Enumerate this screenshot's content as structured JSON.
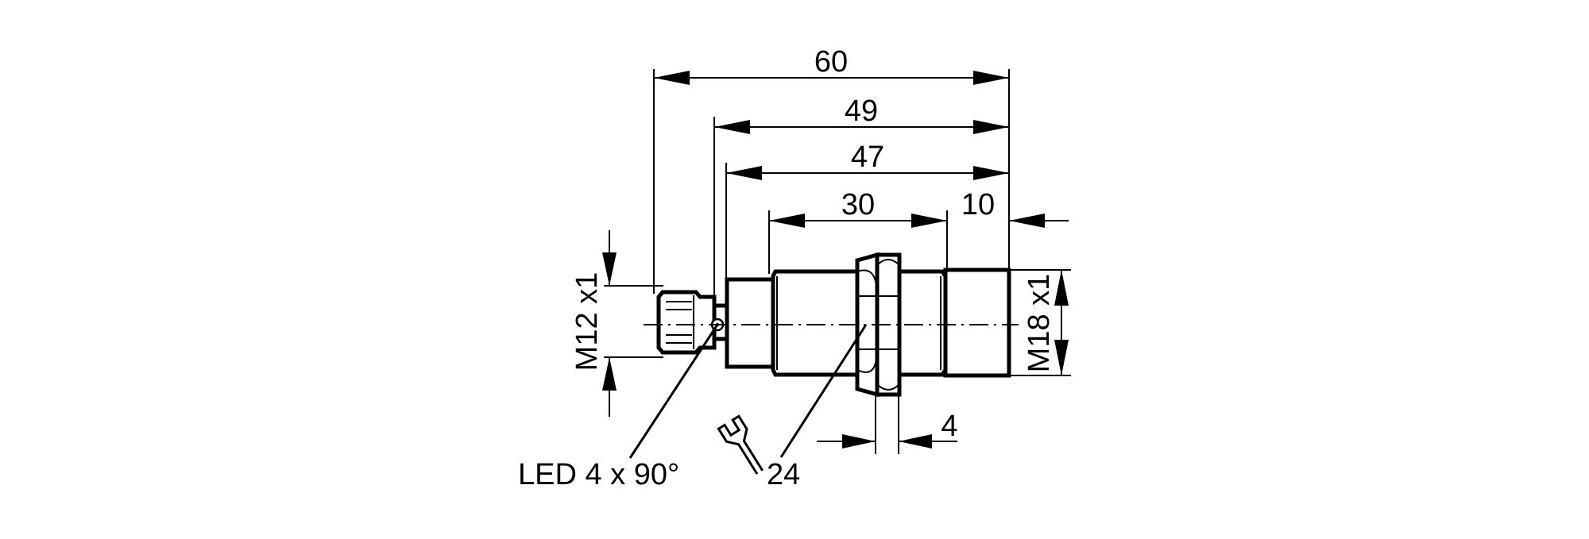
{
  "drawing": {
    "dimensions": {
      "overall_length": "60",
      "length_to_led_ring": "49",
      "housing_length": "47",
      "thread_length": "30",
      "sensing_face_length": "10",
      "nut_thickness": "4"
    },
    "thread_specs": {
      "connector": "M12 x1",
      "housing": "M18 x1"
    },
    "callouts": {
      "led": "LED 4 x 90°",
      "wrench_size": "24"
    },
    "icons": {
      "wrench": "wrench-icon"
    }
  }
}
